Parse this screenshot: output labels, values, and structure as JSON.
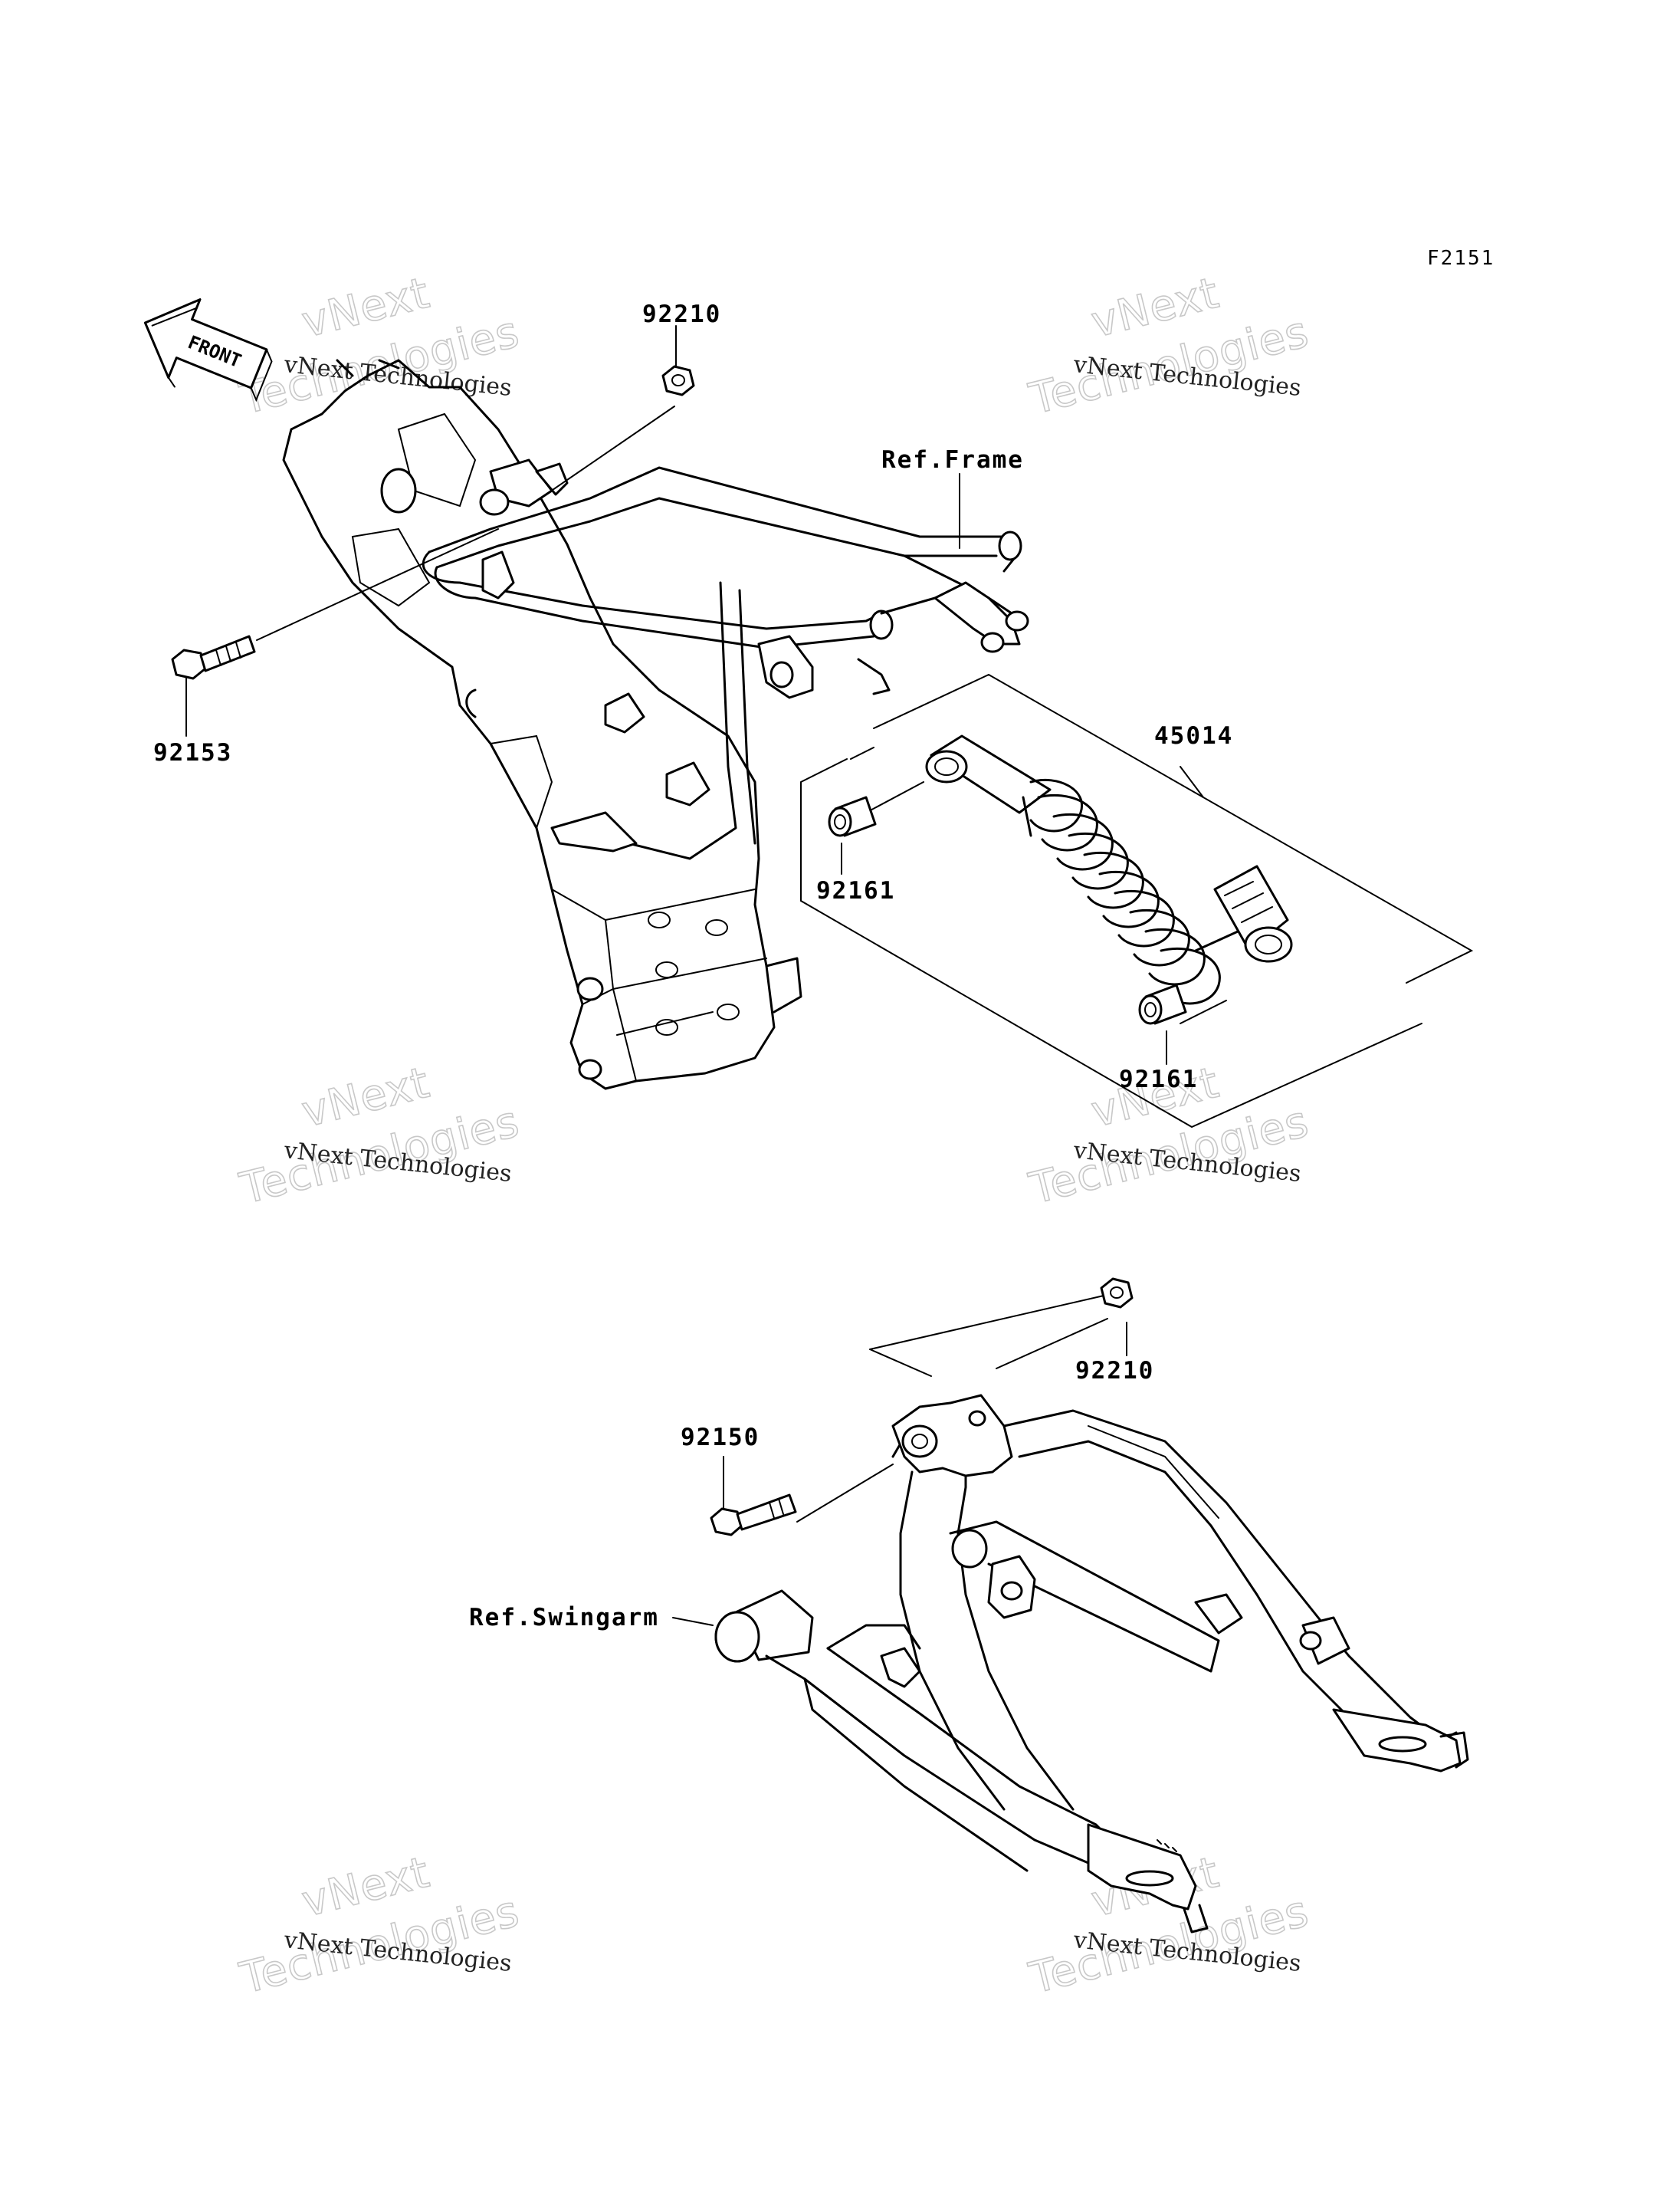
{
  "diagram": {
    "code": "F2151",
    "front_label": "FRONT",
    "watermark": {
      "company": "vNext Technologies",
      "word1": "vNext",
      "word2": "Technologies"
    },
    "parts": {
      "nut_top": "92210",
      "bolt_top": "92153",
      "ref_frame": "Ref.Frame",
      "shock": "45014",
      "bush_upper": "92161",
      "bush_lower": "92161",
      "nut_bottom": "92210",
      "bolt_bottom": "92150",
      "ref_swingarm": "Ref.Swingarm"
    }
  }
}
